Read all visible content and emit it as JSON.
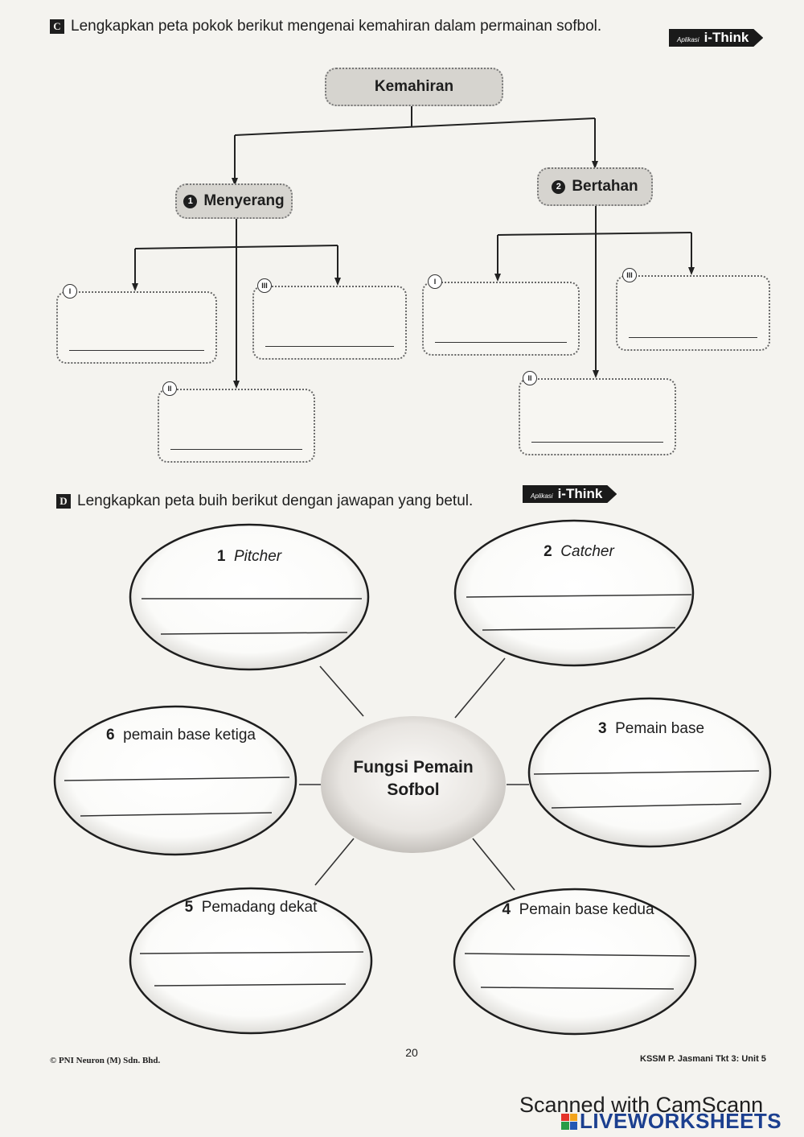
{
  "section_c": {
    "letter": "C",
    "instruction": "Lengkapkan peta pokok berikut mengenai kemahiran dalam permainan sofbol.",
    "badge_small": "Aplikasi",
    "badge_big": "i-Think",
    "root": "Kemahiran",
    "branches": [
      {
        "number": "1",
        "label": "Menyerang",
        "slots": [
          "I",
          "II",
          "III"
        ]
      },
      {
        "number": "2",
        "label": "Bertahan",
        "slots": [
          "I",
          "II",
          "III"
        ]
      }
    ]
  },
  "section_d": {
    "letter": "D",
    "instruction": "Lengkapkan peta buih berikut dengan jawapan yang betul.",
    "badge_small": "Aplikasi",
    "badge_big": "i-Think",
    "center": {
      "line1": "Fungsi Pemain",
      "line2": "Sofbol"
    },
    "bubbles": [
      {
        "number": "1",
        "label": "Pitcher"
      },
      {
        "number": "2",
        "label": "Catcher"
      },
      {
        "number": "3",
        "label": "Pemain base"
      },
      {
        "number": "4",
        "label": "Pemain base kedua"
      },
      {
        "number": "5",
        "label": "Pemadang dekat"
      },
      {
        "number": "6",
        "label": "pemain base ketiga"
      }
    ]
  },
  "footer": {
    "copyright": "© PNI Neuron (M) Sdn. Bhd.",
    "page_number": "20",
    "book": "KSSM P. Jasmani Tkt 3: Unit 5"
  },
  "watermark": {
    "scanner": "Scanned with CamScann",
    "brand": "LIVEWORKSHEETS"
  }
}
